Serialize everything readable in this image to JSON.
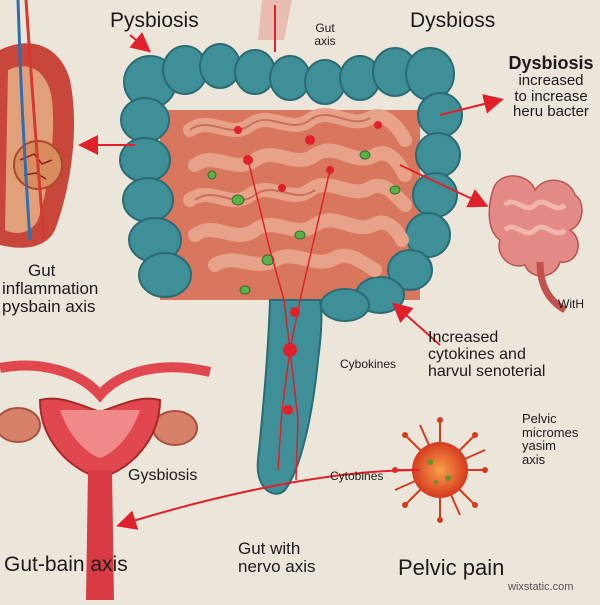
{
  "labels": {
    "top_left": "Pysbiosis",
    "top_center": [
      "Gut",
      "axis"
    ],
    "top_right": "Dysbioss",
    "right_upper": [
      "Dysbiosis",
      "increased",
      "to increase",
      "heru bacter"
    ],
    "left_middle": [
      "Gut",
      "inflammation",
      "pysbain axis"
    ],
    "right_small": "WitH",
    "center_cytokines": "Cybokines",
    "right_middle": [
      "Increased",
      "cytokines and",
      "harvul senoterial"
    ],
    "left_lower": "Gysbiosis",
    "center_lower": "Cytobines",
    "right_lower": [
      "Pelvic",
      "micromes",
      "yasim",
      "axis"
    ],
    "bottom_left": "Gut-bain axis",
    "bottom_center": [
      "Gut   with",
      "nervo axis"
    ],
    "bottom_right": "Pelvic pain",
    "watermark": "wixstatic.com"
  },
  "colors": {
    "background": "#ece6da",
    "colon": "#3f8f99",
    "intestine": "#e39176",
    "arrow": "#e0202a",
    "uterus": "#e0474f"
  },
  "icons": {
    "colon": "large-intestine-icon",
    "small_intestine": "small-intestine-icon",
    "uterus": "uterus-icon",
    "bacterium": "bacterium-icon",
    "liver": "liver-icon",
    "mini_intestine": "small-intestine-icon"
  }
}
